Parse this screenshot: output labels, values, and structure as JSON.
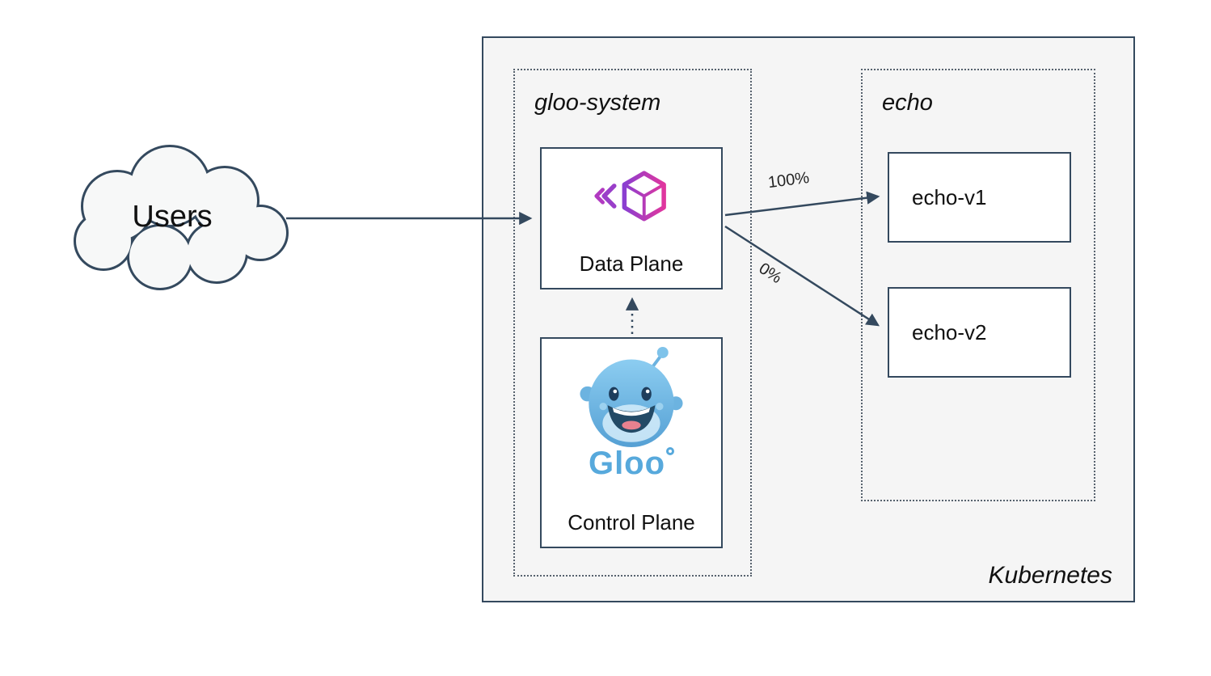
{
  "users": {
    "label": "Users"
  },
  "cluster": {
    "label": "Kubernetes"
  },
  "namespaces": {
    "gloo_system": {
      "label": "gloo-system"
    },
    "echo": {
      "label": "echo"
    }
  },
  "nodes": {
    "data_plane": {
      "label": "Data Plane",
      "icon": "gloo-gateway-icon"
    },
    "control_plane": {
      "label": "Control Plane",
      "logo_text": "Gloo",
      "icon": "gloo-mascot-icon"
    },
    "echo_v1": {
      "label": "echo-v1"
    },
    "echo_v2": {
      "label": "echo-v2"
    }
  },
  "edges": {
    "users_to_data_plane": {
      "style": "solid"
    },
    "to_echo_v1": {
      "label": "100%",
      "style": "solid"
    },
    "to_echo_v2": {
      "label": "0%",
      "style": "solid"
    },
    "control_to_data_plane": {
      "style": "dotted"
    }
  },
  "colors": {
    "line": "#34495e",
    "cluster_bg": "#f5f5f5",
    "node_bg": "#ffffff",
    "gloo_pink": "#e0369e",
    "gloo_purple": "#8a3fd1",
    "gloo_blue": "#57a9dc"
  }
}
